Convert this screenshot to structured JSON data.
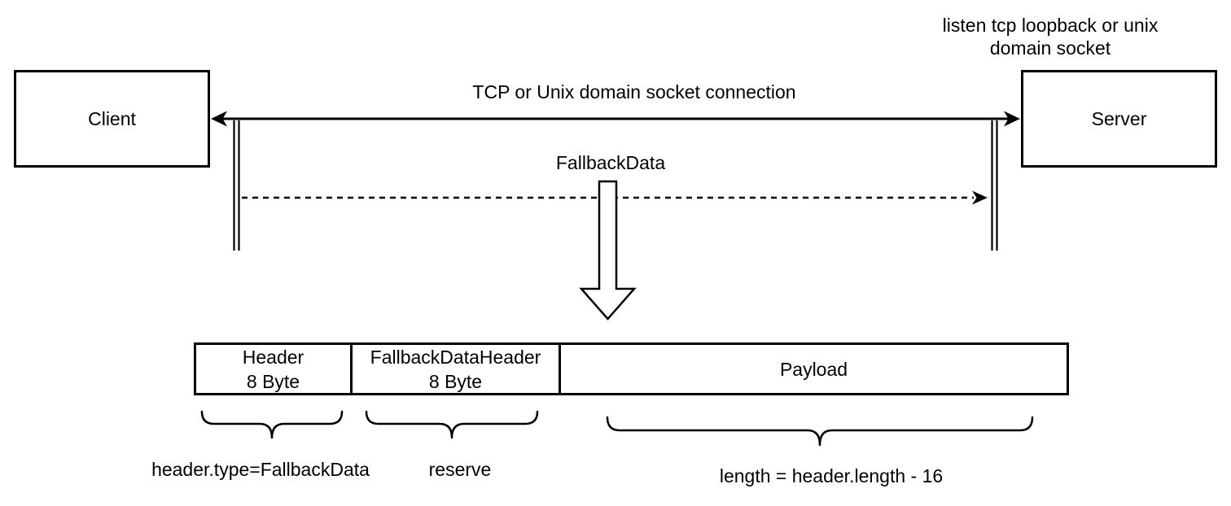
{
  "colors": {
    "stroke": "#000000",
    "background": "#ffffff"
  },
  "actors": {
    "client": "Client",
    "server": "Server"
  },
  "server_note": {
    "line1": "listen tcp loopback or unix",
    "line2": "domain socket"
  },
  "connection": {
    "label": "TCP or Unix domain socket connection"
  },
  "message": {
    "label": "FallbackData"
  },
  "packet": {
    "cells": [
      {
        "title": "Header",
        "size": "8 Byte"
      },
      {
        "title": "FallbackDataHeader",
        "size": "8 Byte"
      },
      {
        "title": "Payload",
        "size": ""
      }
    ],
    "annotations": [
      {
        "text": "header.type=FallbackData"
      },
      {
        "text": "reserve"
      },
      {
        "text": "length = header.length - 16"
      }
    ]
  }
}
